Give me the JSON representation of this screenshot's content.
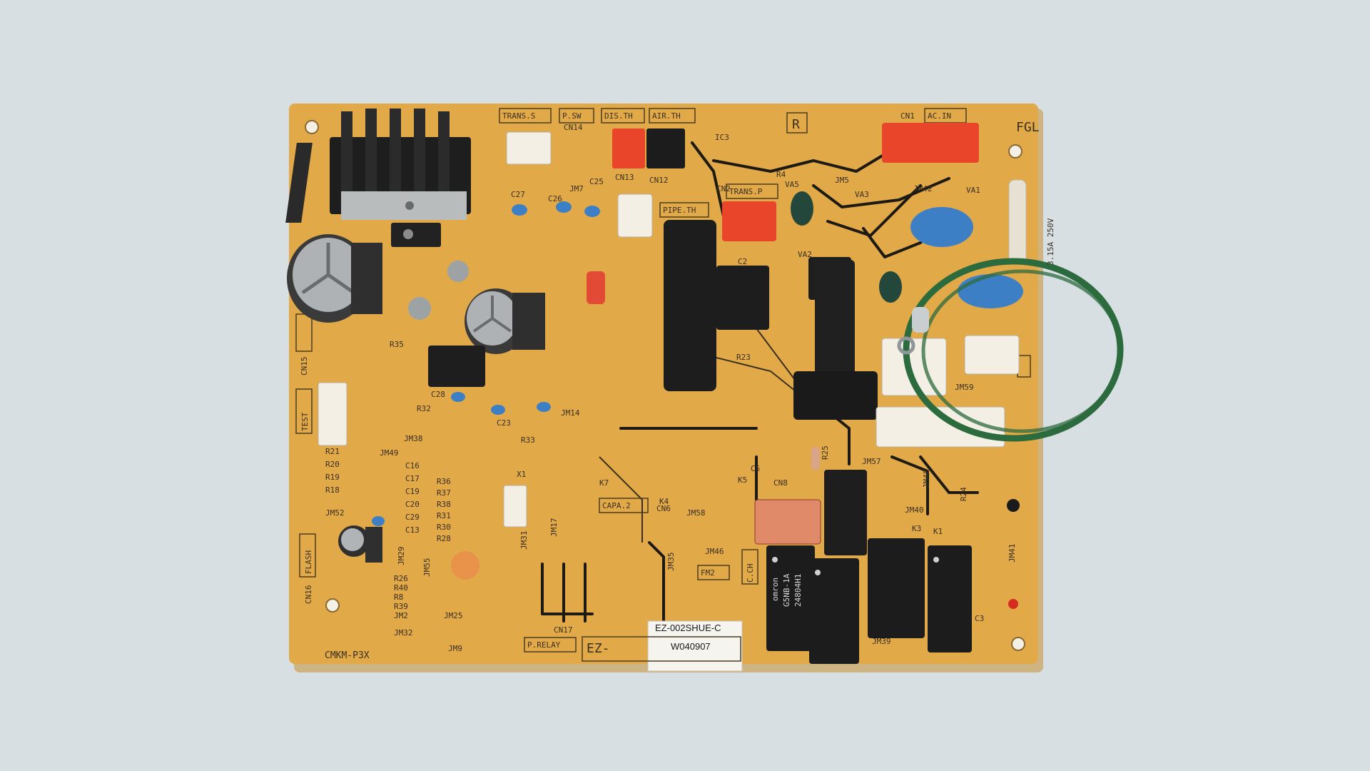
{
  "colors": {
    "background": "#d7dfe3",
    "board": "#e2a948",
    "board_shadow": "#c98f34",
    "heatsink": "#1e1e1e",
    "connector_red": "#e8452a",
    "connector_white": "#f3efe4",
    "capacitor_blue": "#3d7fc4",
    "wire_green": "#2c6b3e",
    "relay_black": "#1c1c1c"
  },
  "board": {
    "model": "CMKM-P3X",
    "corner_mark": "FGL",
    "center_mark": "R"
  },
  "labels": {
    "trans_s": "TRANS.S",
    "p_sw": "P.SW",
    "dis_th": "DIS.TH",
    "air_th": "AIR.TH",
    "cn1": "CN1",
    "ac_in": "AC.IN",
    "trans_p": "TRANS.P",
    "pipe_th": "PIPE.TH",
    "test": "TEST",
    "flash": "FLASH",
    "capa2": "CAPA.2",
    "fm2": "FM2",
    "p_relay": "P.RELAY",
    "c_ch": "C.CH",
    "cn2": "CN2",
    "cn12": "CN12",
    "cn13": "CN13",
    "cn14": "CN14",
    "cn15": "CN15",
    "cn16": "CN16",
    "cn17": "CN17",
    "cn8": "CN8",
    "cn6": "CN6",
    "ic3": "IC3",
    "jm7": "JM7",
    "jm5": "JM5",
    "jm42": "JM42",
    "jm38": "JM38",
    "jm49": "JM49",
    "jm52": "JM52",
    "jm14": "JM14",
    "jm40": "JM40",
    "jm58": "JM58",
    "jm46": "JM46",
    "jm57": "JM57",
    "jm48": "JM48",
    "jm41": "JM41",
    "jm39": "JM39",
    "jm25": "JM25",
    "jm32": "JM32",
    "jm9": "JM9",
    "jm55": "JM55",
    "jm29": "JM29",
    "jm17": "JM17",
    "jm31": "JM31",
    "jm35": "JM35",
    "jm59": "JM59",
    "va1": "VA1",
    "va2": "VA2",
    "va3": "VA3",
    "va5": "VA5",
    "k1": "K1",
    "k3": "K3",
    "k4": "K4",
    "k5": "K5",
    "k7": "K7",
    "c25": "C25",
    "c26": "C26",
    "c27": "C27",
    "c2": "C2",
    "c3": "C3",
    "c5": "C5",
    "c28": "C28",
    "c23": "C23",
    "r4": "R4",
    "r23": "R23",
    "r24": "R24",
    "r25": "R25",
    "r32": "R32",
    "r33": "R33",
    "r35": "R35",
    "x1": "X1",
    "fuse_rating": "3.15A 250V",
    "resistors_left": [
      "R21",
      "R20",
      "R19",
      "R18"
    ],
    "caps_left": [
      "C16",
      "C17",
      "C19",
      "C20",
      "C29",
      "C13"
    ],
    "resistor_group": [
      "R36",
      "R37",
      "R38",
      "R31",
      "R30",
      "R28"
    ],
    "lower_left_group": [
      "R26",
      "R40",
      "R8",
      "R39",
      "JM2"
    ]
  },
  "stickers": {
    "part_number": "EZ-002SHUE-C",
    "serial": "W040907",
    "ez_prefix": "EZ-"
  },
  "relays": {
    "brand": "omron",
    "model": "G5NB-1A",
    "code": "24804H1"
  }
}
